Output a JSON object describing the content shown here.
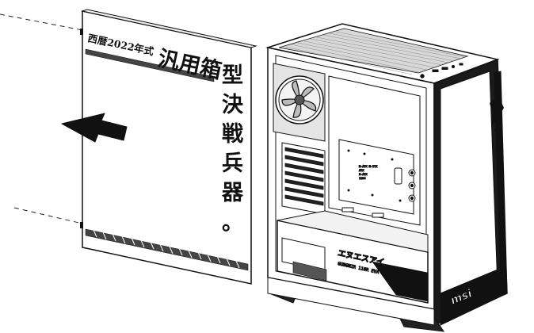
{
  "panel": {
    "date_line": "西暦2022年式",
    "title_horizontal": "汎用箱",
    "title_vertical": [
      "型",
      "決",
      "戦",
      "兵",
      "器",
      "。"
    ]
  },
  "case": {
    "shroud_label": "エヌエスアイ",
    "shroud_sublabel": "GUNGNIR 110R EVA",
    "brand_logo": "msi",
    "io_label_lines": [
      "M-ATX M-ITX",
      "ATX",
      "E-ATX",
      "1234"
    ]
  },
  "icons": {
    "arrow": "arrow-left-icon",
    "fan": "fan-icon",
    "logo_mark": "dragon-emblem-icon"
  },
  "colors": {
    "line": "#111111",
    "background": "#ffffff",
    "accent": "#000000"
  }
}
